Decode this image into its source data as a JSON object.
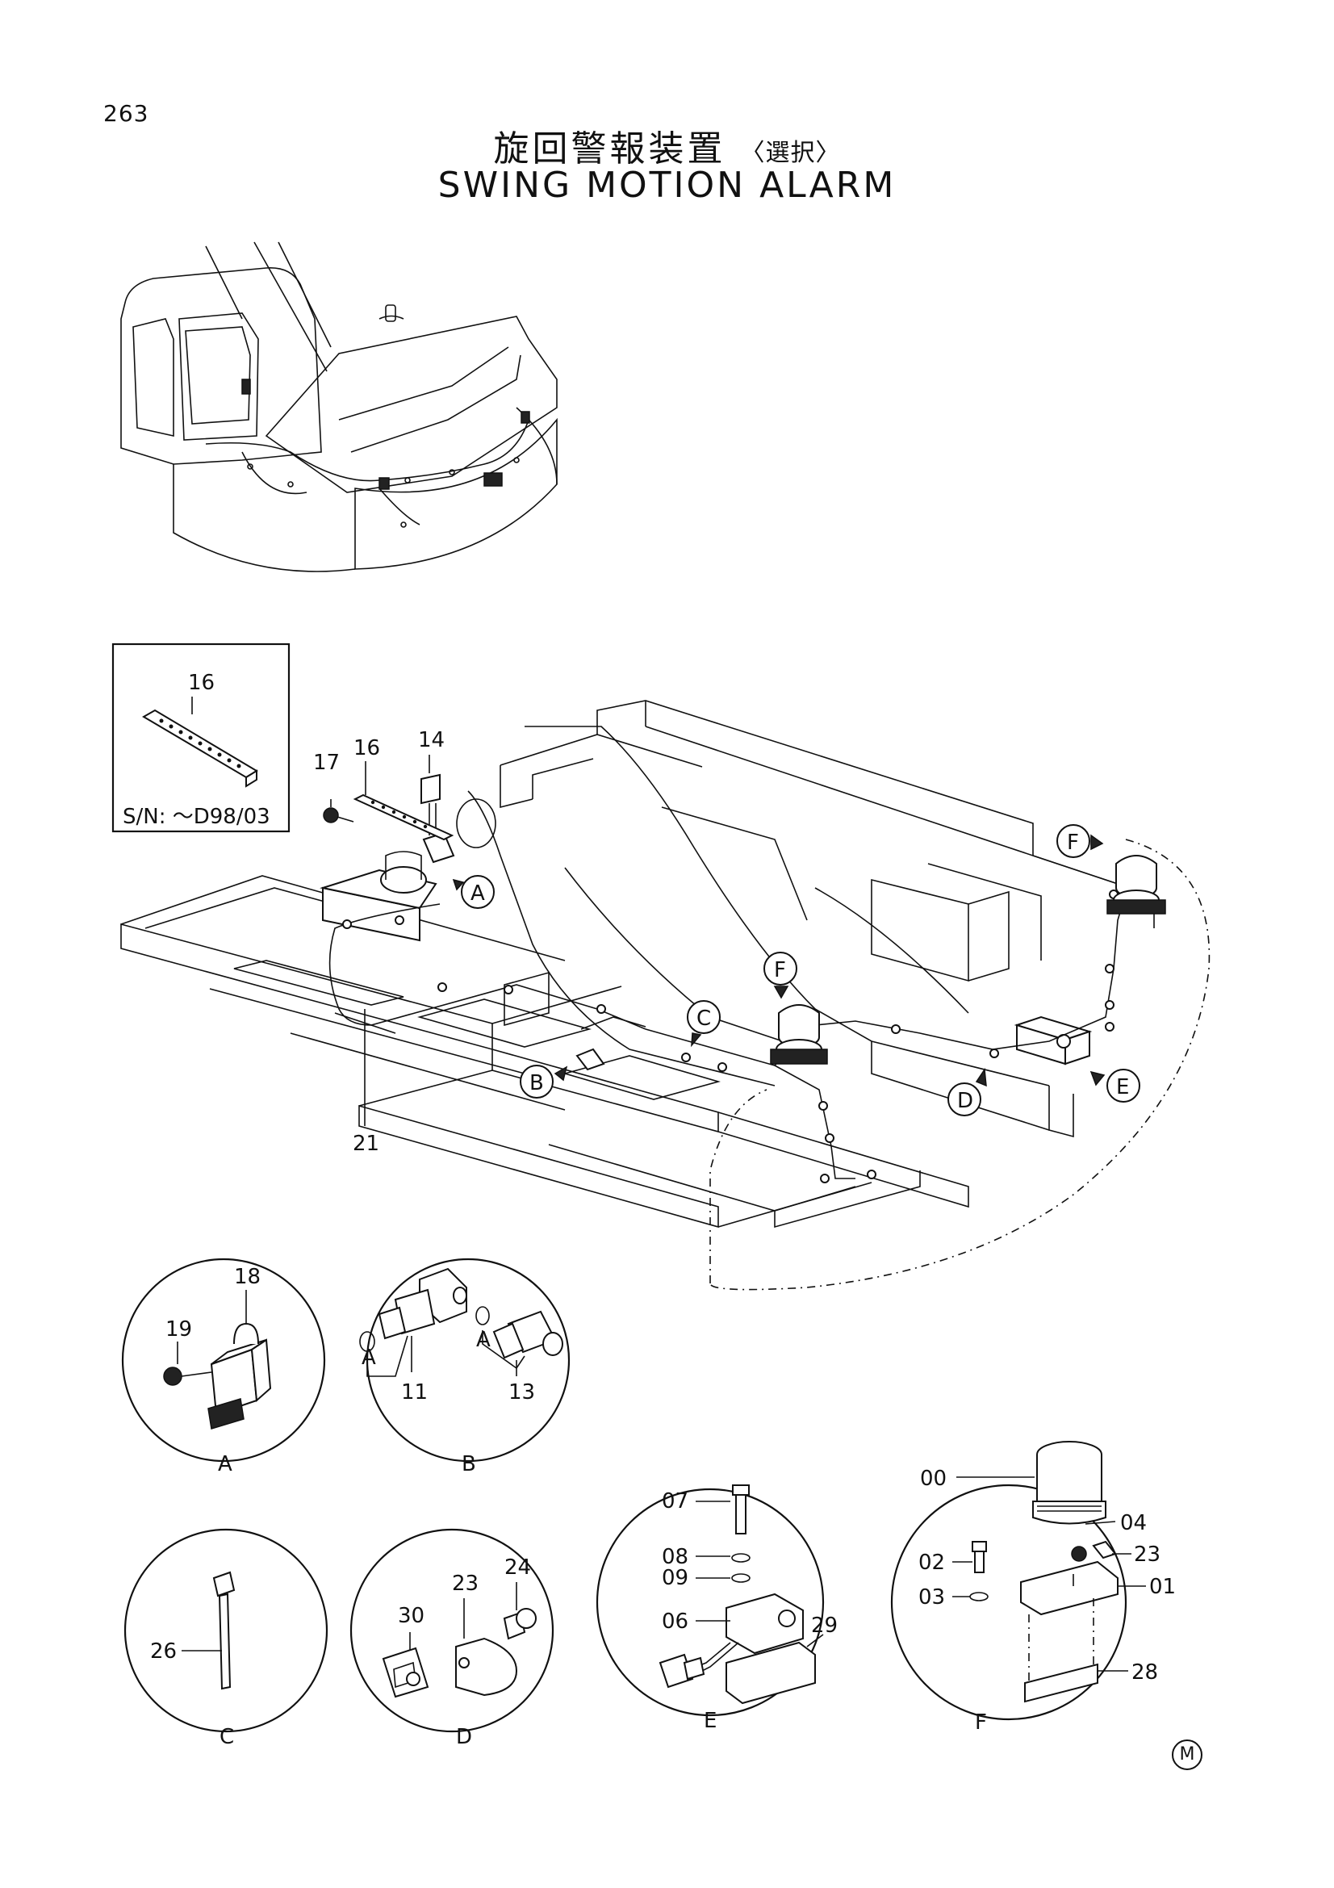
{
  "header": {
    "page_number": "263",
    "title_jp": "旋回警報装置",
    "title_jp_option": "〈選択〉",
    "title_en": "SWING MOTION ALARM"
  },
  "inset": {
    "part_label": "16",
    "serial_note": "S/N: ～D98/03"
  },
  "main_labels": {
    "p14": "14",
    "p16": "16",
    "p17": "17",
    "p21": "21"
  },
  "view_refs": {
    "A": "A",
    "B": "B",
    "C": "C",
    "D": "D",
    "E": "E",
    "F1": "F",
    "F2": "F"
  },
  "detail_a": {
    "caption": "A",
    "p18": "18",
    "p19": "19"
  },
  "detail_b": {
    "caption": "B",
    "p11": "11",
    "p13": "13",
    "sub_a1": "A",
    "sub_a2": "A"
  },
  "detail_c": {
    "caption": "C",
    "p26": "26"
  },
  "detail_d": {
    "caption": "D",
    "p23": "23",
    "p24": "24",
    "p30": "30"
  },
  "detail_e": {
    "caption": "E",
    "p06": "06",
    "p07": "07",
    "p08": "08",
    "p09": "09",
    "p29": "29"
  },
  "detail_f": {
    "caption": "F",
    "p00": "00",
    "p01": "01",
    "p02": "02",
    "p03": "03",
    "p04": "04",
    "p23": "23",
    "p28": "28"
  },
  "footer": {
    "mark": "M"
  }
}
